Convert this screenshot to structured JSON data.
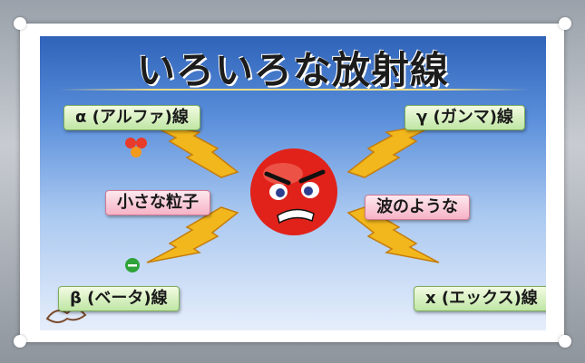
{
  "title": "いろいろな放射線",
  "labels": {
    "alpha": "α (アルファ)線",
    "gamma": "γ (ガンマ)線",
    "beta": "β (ベータ)線",
    "x": "x (エックス)線",
    "small_particle": "小さな粒子",
    "wave_like": "波のような"
  },
  "colors": {
    "panel_top": "#2f63b9",
    "panel_bottom": "#e6eefb",
    "green_label": "#bfe6a4",
    "pink_label": "#f6b3c6",
    "character": "#e0221a",
    "lightning": "#f2b71c"
  },
  "icons": {
    "center": "angry-red-ball-character",
    "arrows": "lightning-bolt-arrow",
    "alpha_particle": "nucleus-cluster",
    "beta_particle": "electron-minus"
  }
}
